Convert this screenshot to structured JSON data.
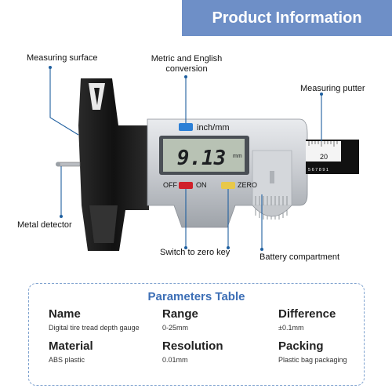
{
  "banner": {
    "title": "Product Information"
  },
  "callouts": {
    "measuring_surface": "Measuring surface",
    "conversion_line1": "Metric and English",
    "conversion_line2": "conversion",
    "measuring_putter": "Measuring putter",
    "metal_detector": "Metal detector",
    "switch_zero": "Switch to zero key",
    "battery": "Battery compartment"
  },
  "device": {
    "unit_label": "inch/mm",
    "reading": "9.13",
    "reading_unit": "mm",
    "off_label": "OFF",
    "on_label": "ON",
    "zero_label": "ZERO",
    "scale_number": "20",
    "scale_small": "5 6 7 8 9 1",
    "colors": {
      "body": "#1a1a1a",
      "silver": "#c9ccd0",
      "display": "#b8c2b4",
      "blue_button": "#2b7fd6",
      "red_button": "#d0202a",
      "yellow_button": "#e8c84a"
    }
  },
  "params": {
    "title": "Parameters Table",
    "items": [
      {
        "name": "Name",
        "value": "Digital tire tread depth gauge"
      },
      {
        "name": "Range",
        "value": "0-25mm"
      },
      {
        "name": "Difference",
        "value": "±0.1mm"
      },
      {
        "name": "Material",
        "value": "ABS plastic"
      },
      {
        "name": "Resolution",
        "value": "0.01mm"
      },
      {
        "name": "Packing",
        "value": "Plastic bag packaging"
      }
    ]
  }
}
